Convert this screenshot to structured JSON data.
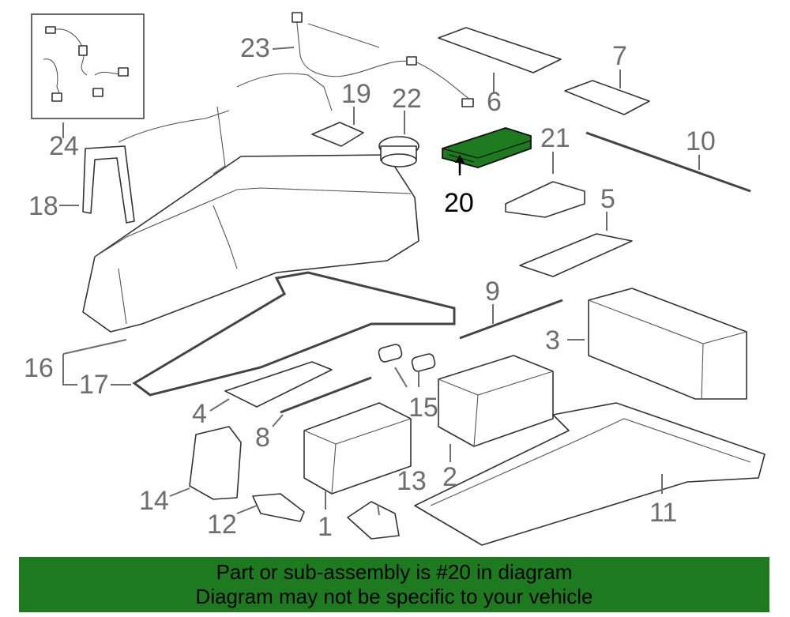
{
  "diagram": {
    "highlighted_part": "20",
    "highlight_color": "#1e7a1e",
    "callouts": {
      "c1": "1",
      "c2": "2",
      "c3": "3",
      "c4": "4",
      "c5": "5",
      "c6": "6",
      "c7": "7",
      "c8": "8",
      "c9": "9",
      "c10": "10",
      "c11": "11",
      "c12": "12",
      "c13": "13",
      "c14": "14",
      "c15": "15",
      "c16": "16",
      "c17": "17",
      "c18": "18",
      "c19": "19",
      "c20": "20",
      "c21": "21",
      "c22": "22",
      "c23": "23",
      "c24": "24"
    }
  },
  "banner": {
    "line1": "Part or sub-assembly is #20 in diagram",
    "line2": "Diagram may not be specific to your vehicle",
    "background": "#1e7a1e"
  }
}
